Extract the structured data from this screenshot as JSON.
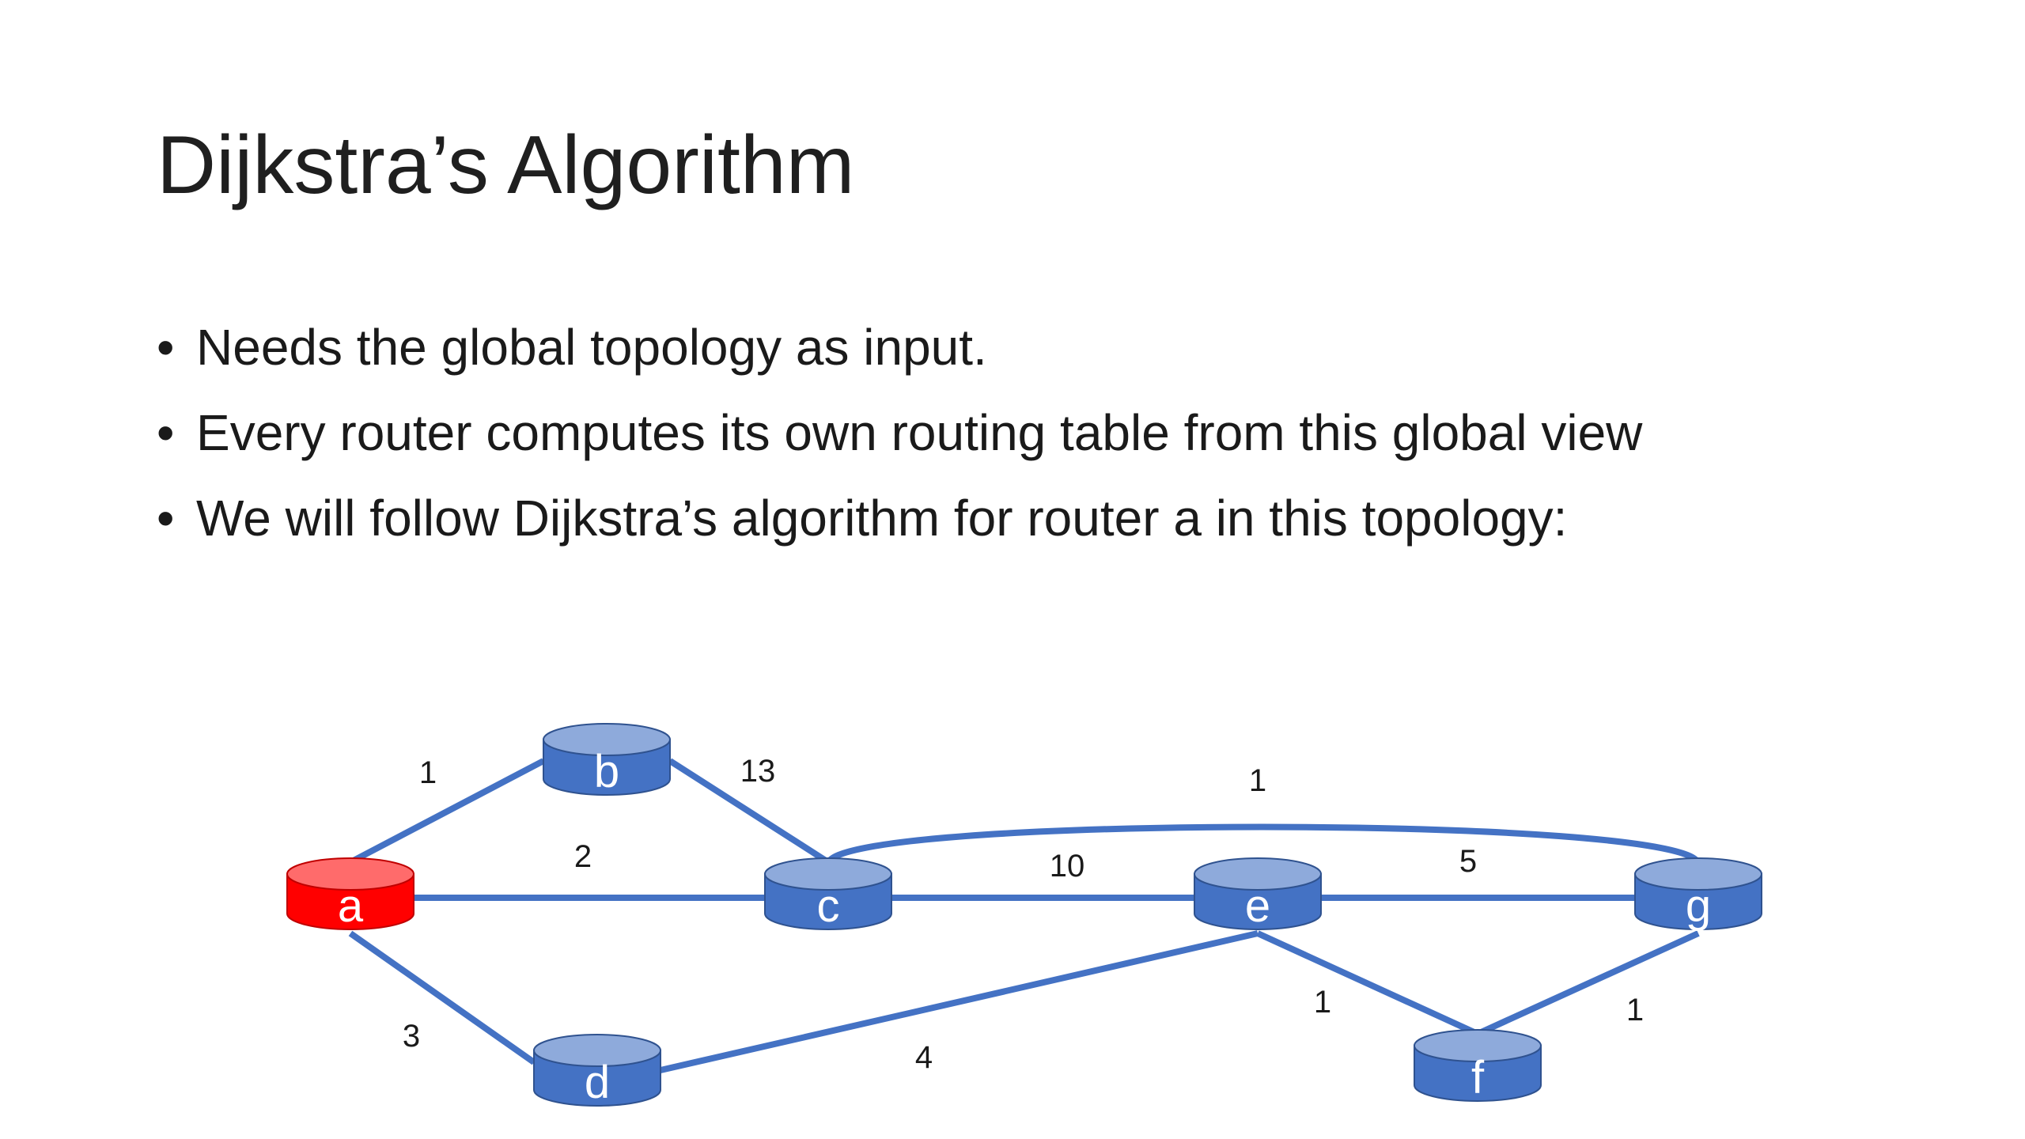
{
  "slide": {
    "title": "Dijkstra’s Algorithm",
    "bullet_marker": "•",
    "bullets": [
      "Needs the global topology as input.",
      "Every router computes its own routing table from this global view",
      "We will follow Dijkstra’s algorithm for router a in this topology:"
    ]
  },
  "graph": {
    "colors": {
      "edge": "#4472c4",
      "node": "#4472c4",
      "node_top": "#8eaadb",
      "source": "#ff0000",
      "source_top": "#ff6b6b"
    },
    "nodes": {
      "a": {
        "label": "a",
        "source": true
      },
      "b": {
        "label": "b"
      },
      "c": {
        "label": "c"
      },
      "d": {
        "label": "d"
      },
      "e": {
        "label": "e"
      },
      "f": {
        "label": "f"
      },
      "g": {
        "label": "g"
      }
    },
    "edges": [
      {
        "from": "a",
        "to": "b",
        "weight": "1"
      },
      {
        "from": "b",
        "to": "c",
        "weight": "13"
      },
      {
        "from": "a",
        "to": "c",
        "weight": "2"
      },
      {
        "from": "a",
        "to": "d",
        "weight": "3"
      },
      {
        "from": "c",
        "to": "e",
        "weight": "10"
      },
      {
        "from": "c",
        "to": "g",
        "weight": "1"
      },
      {
        "from": "e",
        "to": "g",
        "weight": "5"
      },
      {
        "from": "d",
        "to": "e",
        "weight": "4"
      },
      {
        "from": "e",
        "to": "f",
        "weight": "1"
      },
      {
        "from": "f",
        "to": "g",
        "weight": "1"
      }
    ]
  }
}
